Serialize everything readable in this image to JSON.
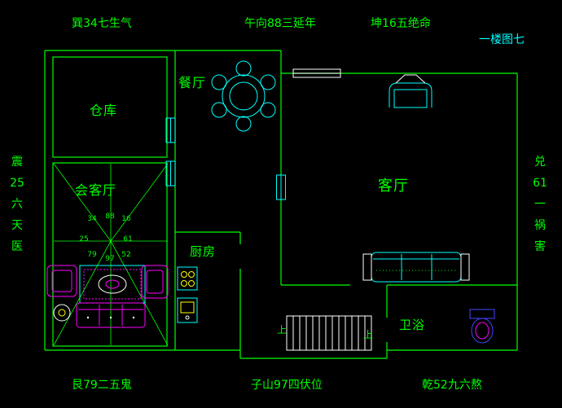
{
  "colors": {
    "background": "#000000",
    "wall": "#00ff00",
    "text_green": "#00ff00",
    "furniture_cyan": "#00ffff",
    "furniture_magenta": "#ff00ff",
    "accent_yellow": "#ffff00",
    "toilet_blue": "#4444ff",
    "title_cyan": "#00ffff",
    "stairs_white": "#ffffff"
  },
  "title": "一楼图七",
  "annotations": {
    "top": [
      "巽34七生气",
      "午向88三延年",
      "坤16五绝命"
    ],
    "bottom": [
      "艮79二五鬼",
      "子山97四伏位",
      "乾52九六熬"
    ],
    "left_vertical": [
      "震",
      "25",
      "六",
      "天",
      "医"
    ],
    "right_vertical": [
      "兑",
      "61",
      "一",
      "祸",
      "害"
    ]
  },
  "rooms": {
    "storage": "仓库",
    "dining": "餐厅",
    "reception": "会客厅",
    "kitchen": "厨房",
    "living": "客厅",
    "bathroom": "卫浴"
  },
  "compass_numbers": {
    "nw": "34",
    "n": "88",
    "ne": "16",
    "w": "25",
    "e": "61",
    "sw": "79",
    "s": "97",
    "se": "52"
  },
  "stairs_labels": {
    "left": "上",
    "right": "上"
  }
}
